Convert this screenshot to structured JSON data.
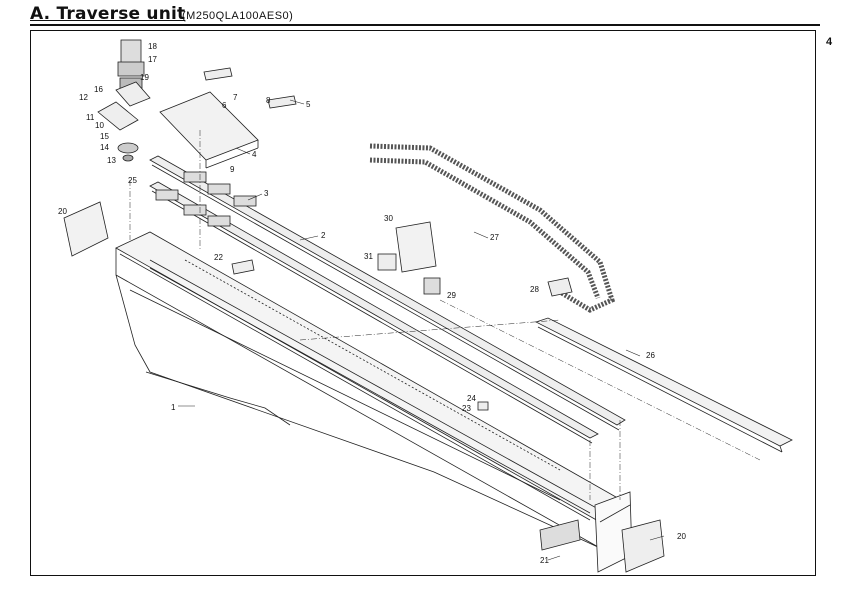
{
  "header": {
    "title": "A. Traverse unit",
    "model_code": "(M250QLA100AES0)",
    "page_number": "4"
  },
  "callouts": [
    "1",
    "2",
    "3",
    "4",
    "5",
    "6",
    "7",
    "8",
    "9",
    "10",
    "11",
    "12",
    "13",
    "14",
    "15",
    "16",
    "17",
    "18",
    "19",
    "20",
    "20",
    "21",
    "22",
    "23",
    "24",
    "25",
    "26",
    "27",
    "28",
    "29",
    "30",
    "31"
  ]
}
